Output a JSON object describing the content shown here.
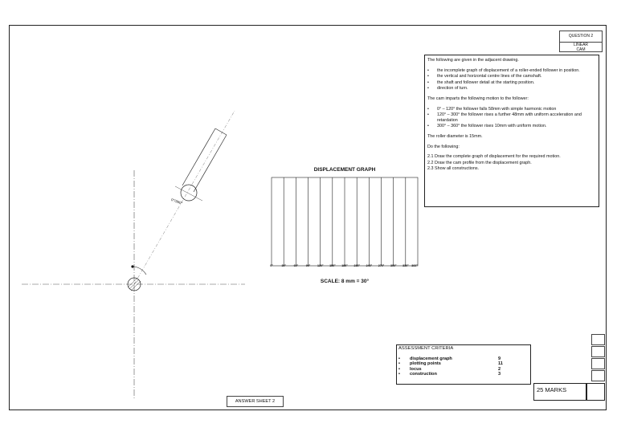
{
  "question_box": {
    "title": "QUESTION 2",
    "subject_lines": [
      "LINEAR",
      "CAM"
    ]
  },
  "instructions": {
    "intro": "The following are given in the adjacent drawing.",
    "given_items": [
      "the incomplete graph of displacement of a roller-ended follower in position.",
      "the vertical and horizontal centre lines of the camshaft.",
      "the shaft and follower detail at the starting position.",
      "direction of turn."
    ],
    "motion_intro": "The cam imparts the following motion to the follower:",
    "motion_items": [
      "0° – 120° the follower falls 58mm with simple harmonic motion",
      "120° – 300° the follower rises a further 48mm with uniform acceleration and retardation",
      "300° – 360° the follower rises 10mm with uniform motion."
    ],
    "roller": "The roller diameter is 15mm.",
    "do_intro": "Do the following:",
    "tasks": [
      "2.1 Draw the complete graph of displacement for the required motion.",
      "2.2 Draw the cam profile from the displacement graph.",
      "2.3 Show all constructions."
    ]
  },
  "graph": {
    "title": "DISPLACEMENT GRAPH",
    "ticks": [
      "0°",
      "30°",
      "60°",
      "90°",
      "120°",
      "150°",
      "180°",
      "210°",
      "240°",
      "270°",
      "300°",
      "330°",
      "360°"
    ],
    "scale": "SCALE:  8 mm = 30°"
  },
  "cam_drawing": {
    "angle_label": "0°/360°"
  },
  "assessment": {
    "heading": "ASSESSMENT CRITERIA",
    "rows": [
      {
        "name": "displacement graph",
        "marks": "9"
      },
      {
        "name": "plotting points",
        "marks": "11"
      },
      {
        "name": "locus",
        "marks": "2"
      },
      {
        "name": "construction",
        "marks": "3"
      }
    ]
  },
  "total_marks": "25 MARKS",
  "answer_sheet": "ANSWER SHEET 2"
}
